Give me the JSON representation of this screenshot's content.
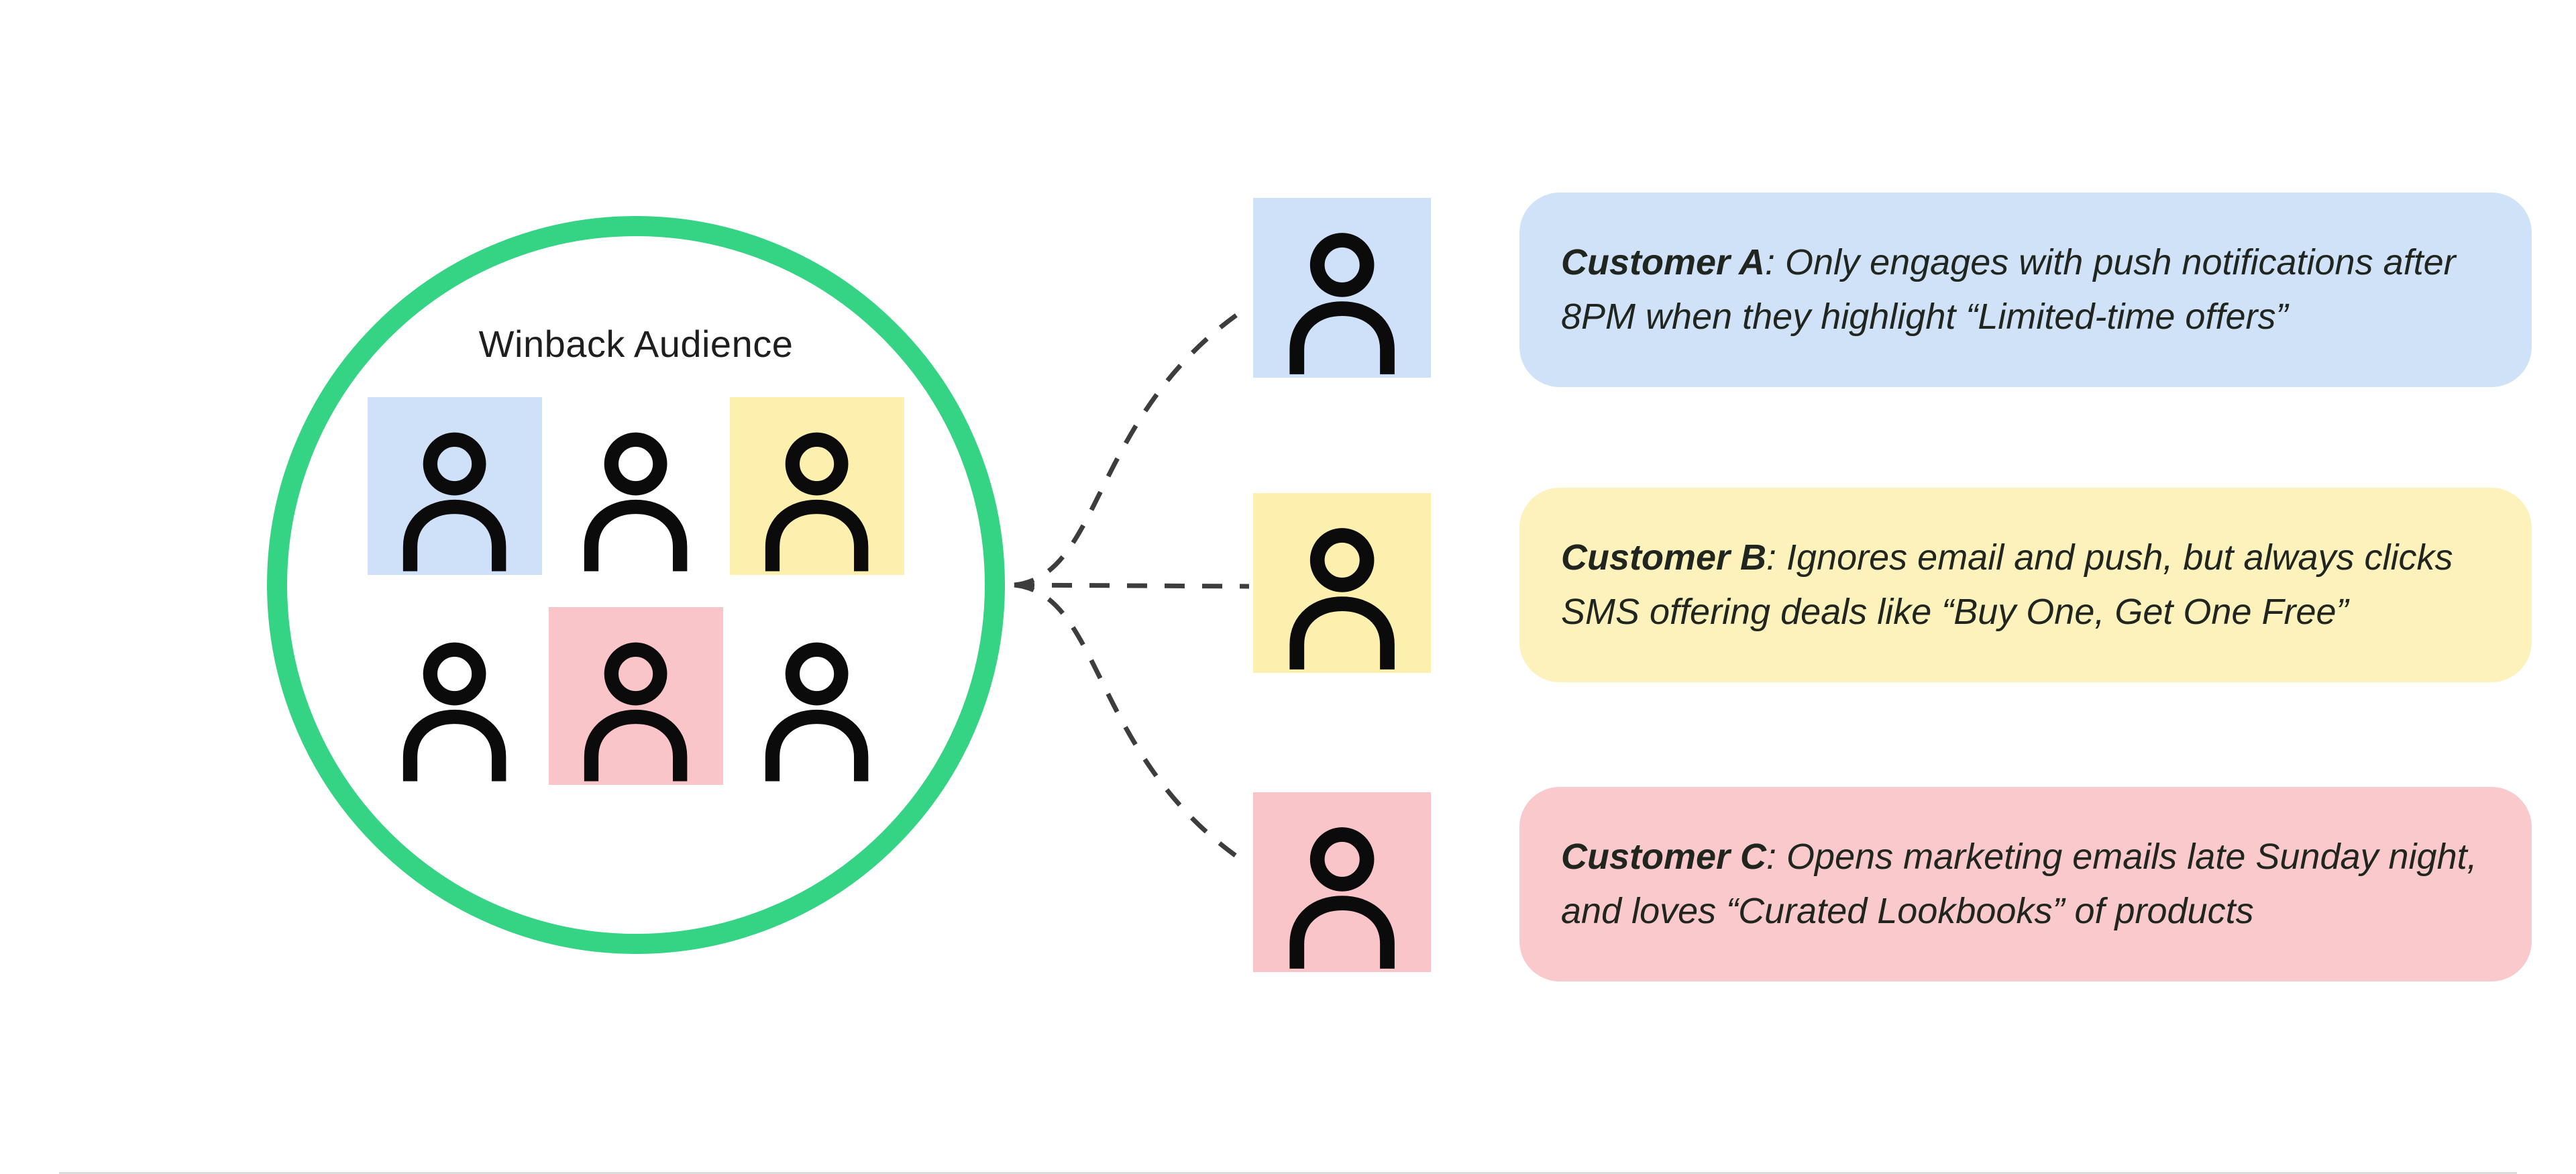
{
  "colors": {
    "blue": "#cfe1f8",
    "yellow": "#fdf0ae",
    "red": "#f9c5c8",
    "card_blue": "#d0e2f8",
    "card_yellow": "#fdf2bc",
    "card_red": "#f9c9cc",
    "circle_green": "#35d484",
    "line": "#3d3d3d"
  },
  "audience": {
    "label": "Winback Audience",
    "members": [
      "blue",
      "none",
      "yellow",
      "none",
      "red",
      "none"
    ]
  },
  "customers": [
    {
      "name": "Customer A",
      "detail": ": Only engages with push notifications after 8PM when they highlight “Limited-time offers”",
      "color_key": "blue"
    },
    {
      "name": "Customer B",
      "detail": ": Ignores email and push, but always clicks SMS offering deals like “Buy One, Get One Free”",
      "color_key": "yellow"
    },
    {
      "name": "Customer C",
      "detail": ": Opens marketing emails late Sunday night, and loves “Curated Lookbooks” of products",
      "color_key": "red"
    }
  ]
}
